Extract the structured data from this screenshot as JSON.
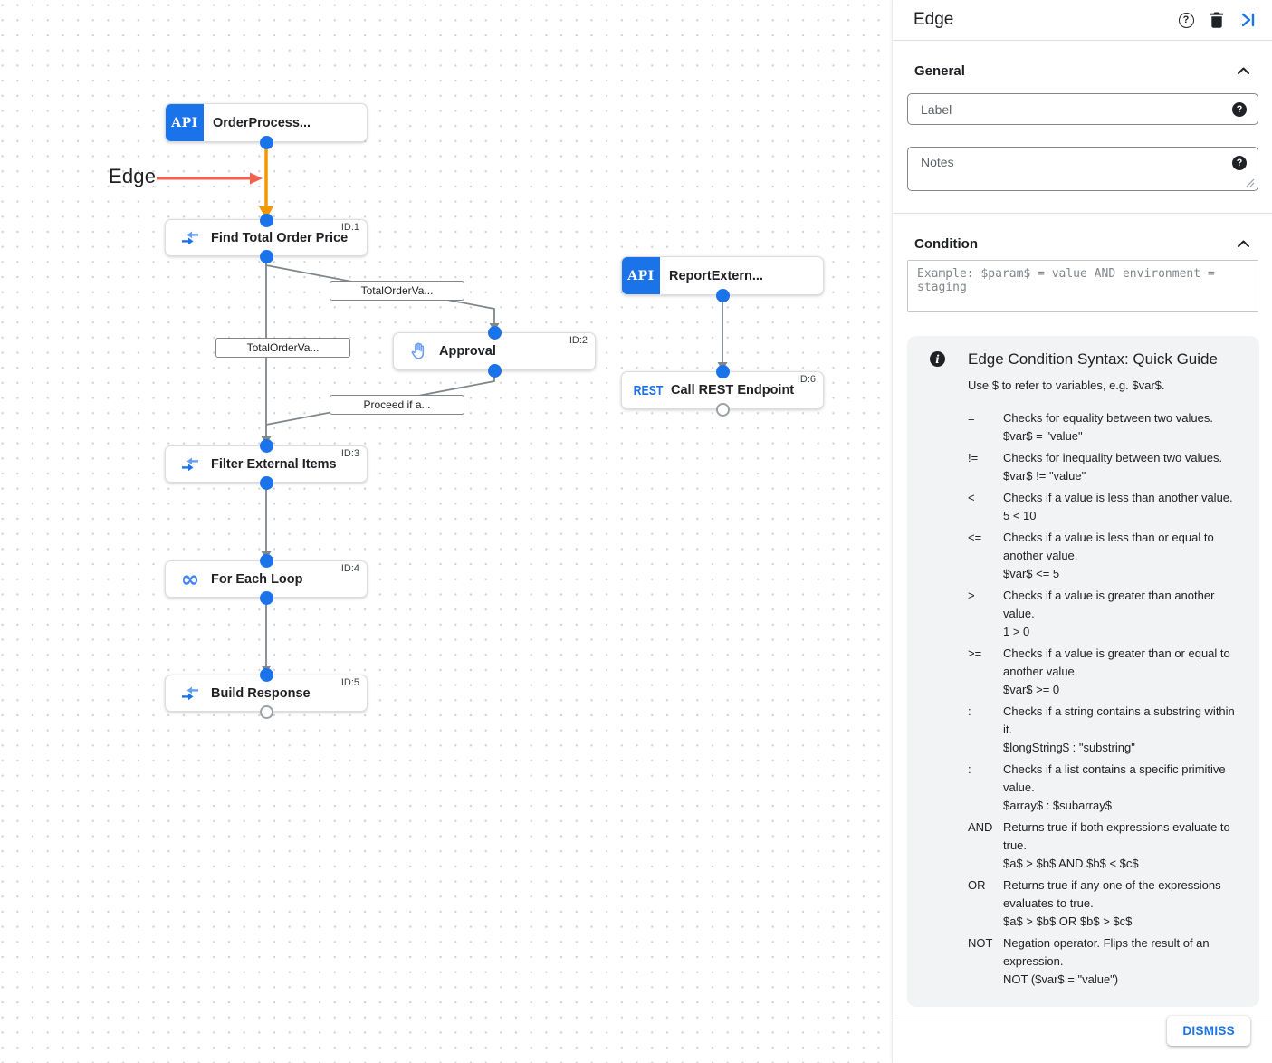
{
  "canvas": {
    "annotation_label": "Edge",
    "nodes": {
      "order_process": {
        "badge": "API",
        "title": "OrderProcess...",
        "id_label": ""
      },
      "find_total": {
        "title": "Find Total Order Price",
        "id_label": "ID:1"
      },
      "approval": {
        "title": "Approval",
        "id_label": "ID:2"
      },
      "filter_items": {
        "title": "Filter External Items",
        "id_label": "ID:3"
      },
      "for_each": {
        "title": "For Each Loop",
        "id_label": "ID:4"
      },
      "build_resp": {
        "title": "Build Response",
        "id_label": "ID:5"
      },
      "report_extern": {
        "badge": "API",
        "title": "ReportExtern...",
        "id_label": ""
      },
      "call_rest": {
        "rest": "REST",
        "title": "Call REST Endpoint",
        "id_label": "ID:6"
      }
    },
    "edge_labels": {
      "to_approval": "TotalOrderVa...",
      "to_filter": "TotalOrderVa...",
      "from_approval": "Proceed if a..."
    },
    "icons": {
      "infinity": "∞"
    }
  },
  "panel": {
    "title": "Edge",
    "general_title": "General",
    "condition_title": "Condition",
    "label_placeholder": "Label",
    "notes_placeholder": "Notes",
    "condition_placeholder": "Example: $param$ = value AND environment = staging",
    "help_glyph": "?",
    "info_glyph": "i",
    "guide": {
      "title": "Edge Condition Syntax: Quick Guide",
      "subtitle": "Use $ to refer to variables, e.g. $var$.",
      "rows": [
        {
          "op": "=",
          "desc": "Checks for equality between two values.",
          "example": "$var$ = \"value\""
        },
        {
          "op": "!=",
          "desc": "Checks for inequality between two values.",
          "example": "$var$ != \"value\""
        },
        {
          "op": "<",
          "desc": "Checks if a value is less than another value.",
          "example": "5 < 10"
        },
        {
          "op": "<=",
          "desc": "Checks if a value is less than or equal to another value.",
          "example": "$var$ <= 5"
        },
        {
          "op": ">",
          "desc": "Checks if a value is greater than another value.",
          "example": "1 > 0"
        },
        {
          "op": ">=",
          "desc": "Checks if a value is greater than or equal to another value.",
          "example": "$var$ >= 0"
        },
        {
          "op": ":",
          "desc": "Checks if a string contains a substring within it.",
          "example": "$longString$ : \"substring\""
        },
        {
          "op": ":",
          "desc": "Checks if a list contains a specific primitive value.",
          "example": "$array$ : $subarray$"
        },
        {
          "op": "AND",
          "desc": "Returns true if both expressions evaluate to true.",
          "example": "$a$ > $b$ AND $b$ < $c$"
        },
        {
          "op": "OR",
          "desc": "Returns true if any one of the expressions evaluates to true.",
          "example": "$a$ > $b$ OR $b$ > $c$"
        },
        {
          "op": "NOT",
          "desc": "Negation operator. Flips the result of an expression.",
          "example": "NOT ($var$ = \"value\")"
        }
      ]
    },
    "dismiss_label": "DISMISS",
    "colors": {
      "accent": "#1a73e8",
      "edge_selected": "#f29900",
      "annotation": "#f4604e",
      "edge_gray": "#80868b"
    }
  }
}
